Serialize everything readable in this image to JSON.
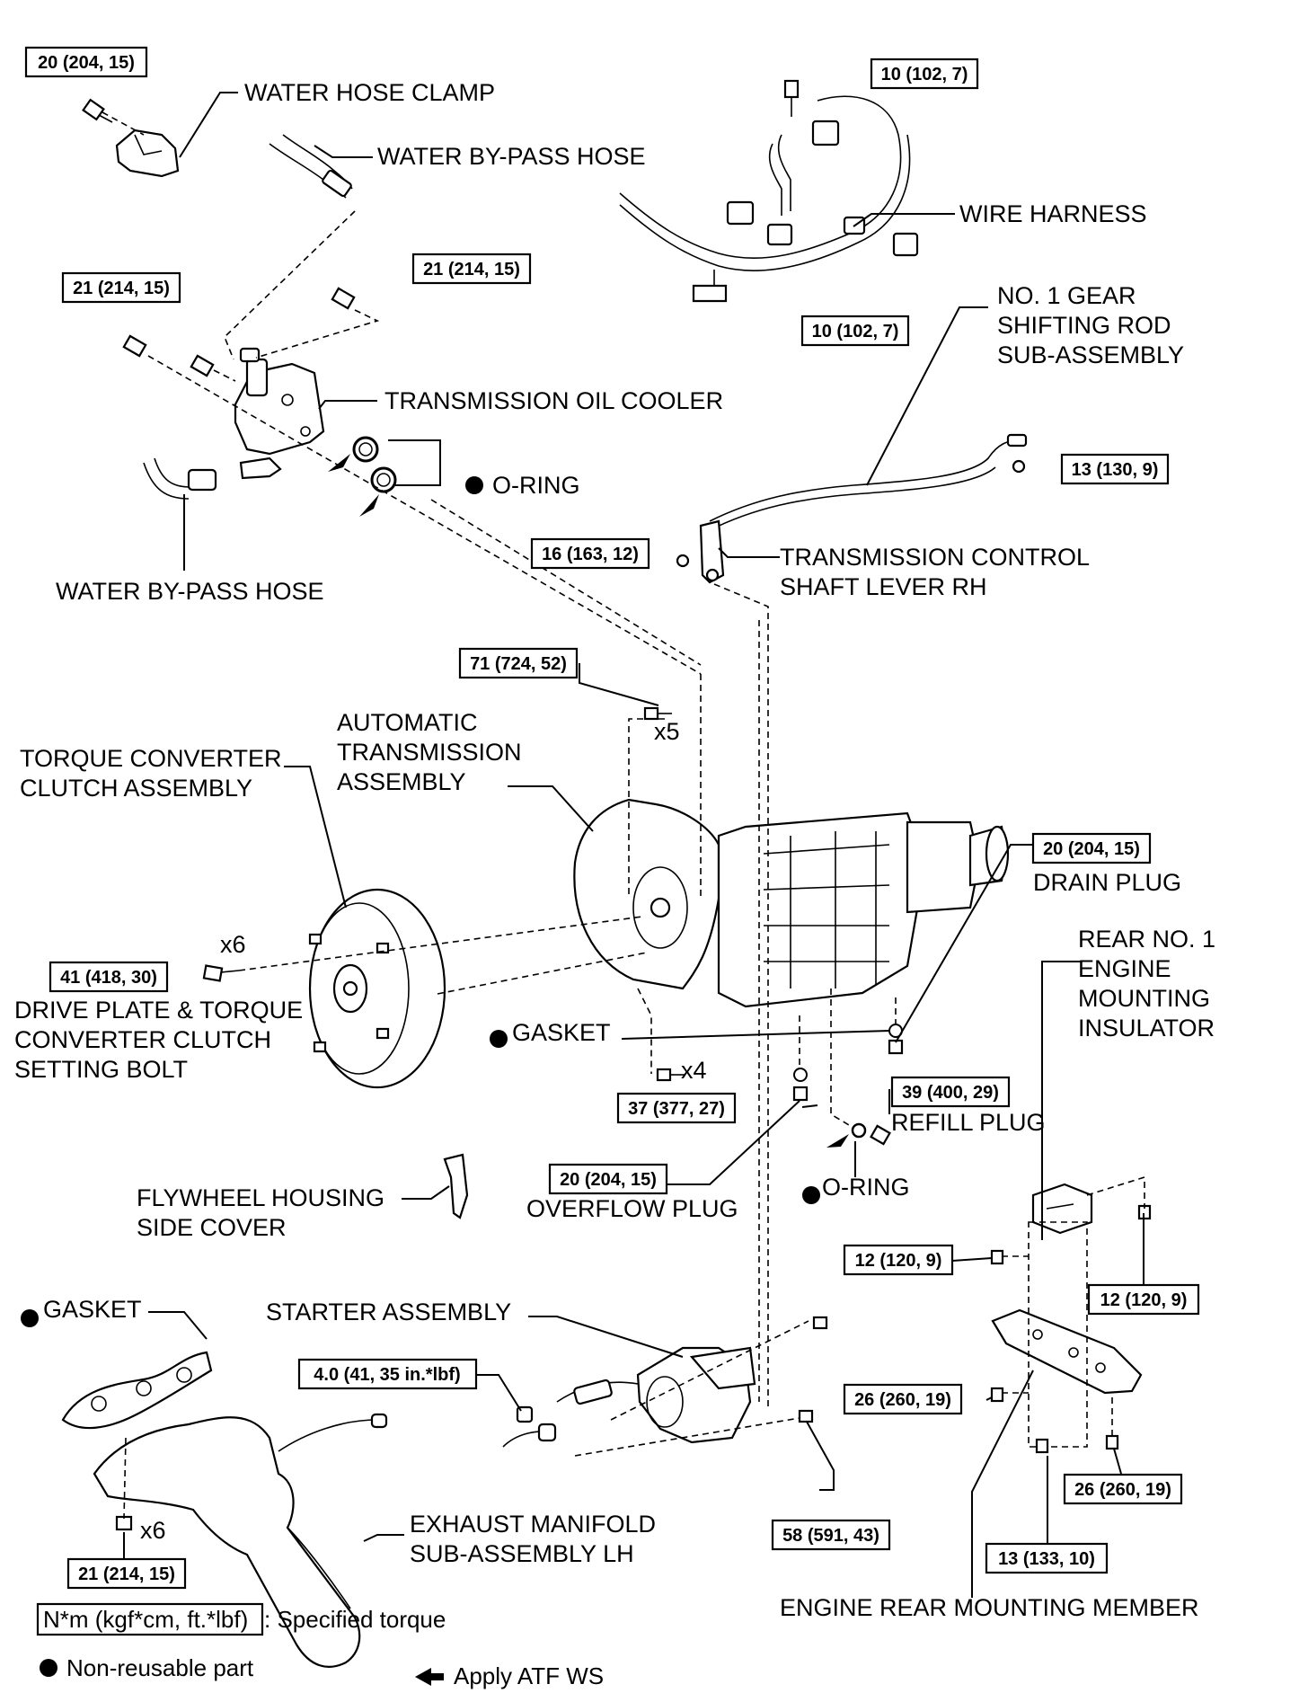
{
  "labels": {
    "water_hose_clamp": "WATER HOSE CLAMP",
    "water_bypass_hose_top": "WATER BY-PASS HOSE",
    "wire_harness": "WIRE HARNESS",
    "gear_rod": [
      "NO. 1 GEAR",
      "SHIFTING ROD",
      "SUB-ASSEMBLY"
    ],
    "oil_cooler": "TRANSMISSION OIL COOLER",
    "o_ring_top": "O-RING",
    "water_bypass_hose_bottom": "WATER BY-PASS HOSE",
    "control_lever": [
      "TRANSMISSION CONTROL",
      "SHAFT LEVER RH"
    ],
    "x5": "x5",
    "auto_trans": [
      "AUTOMATIC",
      "TRANSMISSION",
      "ASSEMBLY"
    ],
    "torque_converter": [
      "TORQUE CONVERTER",
      "CLUTCH ASSEMBLY"
    ],
    "drain_plug": "DRAIN PLUG",
    "x6_a": "x6",
    "rear_insulator": [
      "REAR NO. 1",
      "ENGINE",
      "MOUNTING",
      "INSULATOR"
    ],
    "drive_plate": [
      "DRIVE PLATE & TORQUE",
      "CONVERTER CLUTCH",
      "SETTING BOLT"
    ],
    "gasket_mid": "GASKET",
    "x4": "x4",
    "refill_plug": "REFILL PLUG",
    "o_ring_mid": "O-RING",
    "overflow_plug": "OVERFLOW PLUG",
    "flywheel_cover": [
      "FLYWHEEL HOUSING",
      "SIDE COVER"
    ],
    "gasket_bottom": "GASKET",
    "starter": "STARTER ASSEMBLY",
    "x6_b": "x6",
    "exhaust": [
      "EXHAUST MANIFOLD",
      "SUB-ASSEMBLY LH"
    ],
    "mounting_member": "ENGINE REAR MOUNTING MEMBER"
  },
  "torques": {
    "t_clamp": "20 (204, 15)",
    "t_harness_top": "10 (102, 7)",
    "t_cooler_right": "21 (214, 15)",
    "t_cooler_left": "21 (214, 15)",
    "t_harness_bottom": "10 (102, 7)",
    "t_rod": "13 (130, 9)",
    "t_lever": "16 (163, 12)",
    "t_trans_top": "71 (724, 52)",
    "t_drain": "20 (204, 15)",
    "t_converter": "41 (418, 30)",
    "t_x4": "37 (377, 27)",
    "t_refill": "39 (400, 29)",
    "t_overflow": "20 (204, 15)",
    "t_ins_left": "12 (120, 9)",
    "t_ins_right": "12 (120, 9)",
    "t_starter_small": "4.0 (41, 35 in.*lbf)",
    "t_member_left": "26 (260, 19)",
    "t_member_right": "26 (260, 19)",
    "t_starter": "58 (591, 43)",
    "t_member_bottom": "13 (133, 10)",
    "t_exhaust": "21 (214, 15)"
  },
  "legend": {
    "torque_unit": "N*m (kgf*cm, ft.*lbf)",
    "torque_text": ": Specified torque",
    "non_reusable": "Non-reusable part",
    "apply": "Apply ATF WS"
  }
}
